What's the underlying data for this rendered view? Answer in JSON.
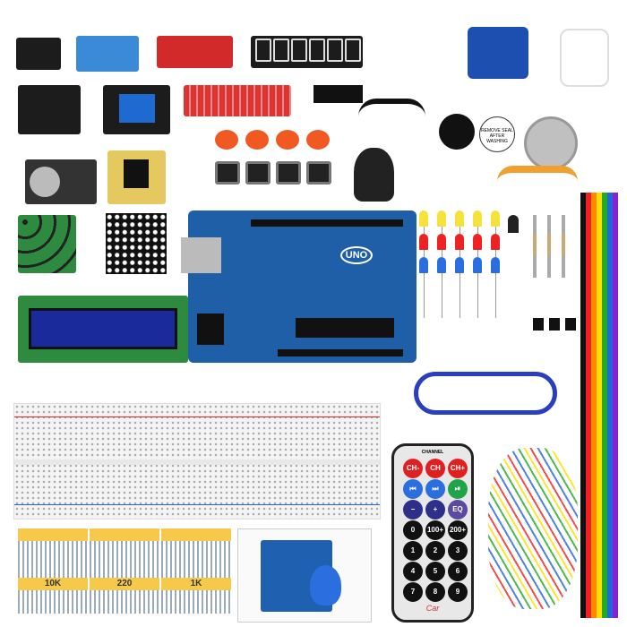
{
  "board": {
    "label": "UNO",
    "color": "#1f5fa8"
  },
  "sticker": {
    "text": "REMOVE SEAL AFTER WASHING"
  },
  "resistor_strips": [
    {
      "label": "10K"
    },
    {
      "label": "220"
    },
    {
      "label": "1K"
    }
  ],
  "remote": {
    "channel_label": "CHANNEL",
    "buttons": [
      {
        "label": "CH-",
        "color": "#e02020"
      },
      {
        "label": "CH",
        "color": "#e02020"
      },
      {
        "label": "CH+",
        "color": "#e02020"
      },
      {
        "label": "⏮",
        "color": "#2a6ee0"
      },
      {
        "label": "⏭",
        "color": "#2a6ee0"
      },
      {
        "label": "⏯",
        "color": "#21a34a"
      },
      {
        "label": "−",
        "color": "#2e2f8a"
      },
      {
        "label": "+",
        "color": "#2e2f8a"
      },
      {
        "label": "EQ",
        "color": "#5a4aa0"
      },
      {
        "label": "0",
        "color": "#111"
      },
      {
        "label": "100+",
        "color": "#111"
      },
      {
        "label": "200+",
        "color": "#111"
      },
      {
        "label": "1",
        "color": "#111"
      },
      {
        "label": "2",
        "color": "#111"
      },
      {
        "label": "3",
        "color": "#111"
      },
      {
        "label": "4",
        "color": "#111"
      },
      {
        "label": "5",
        "color": "#111"
      },
      {
        "label": "6",
        "color": "#111"
      },
      {
        "label": "7",
        "color": "#111"
      },
      {
        "label": "8",
        "color": "#111"
      },
      {
        "label": "9",
        "color": "#111"
      }
    ],
    "logo": "Car"
  }
}
